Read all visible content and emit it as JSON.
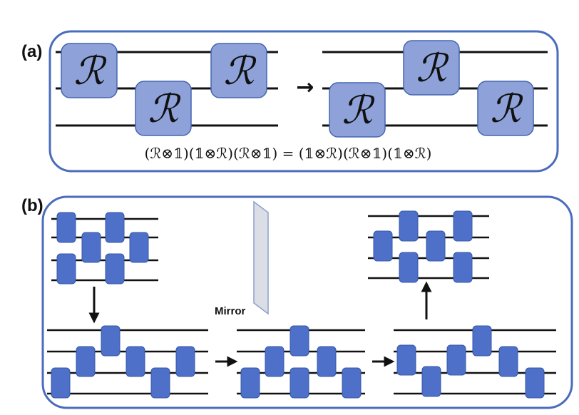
{
  "panel_a": {
    "label": "(a)",
    "gate_symbol": "ℛ",
    "equation": "(ℛ⊗𝟙)(𝟙⊗ℛ)(ℛ⊗𝟙) = (𝟙⊗ℛ)(ℛ⊗𝟙)(𝟙⊗ℛ)",
    "arrow": "→"
  },
  "panel_b": {
    "label": "(b)",
    "mirror_label": "Mirror"
  },
  "colors": {
    "frame": "#4a6cbc",
    "big_gate_fill": "#8ea2d9",
    "big_gate_stroke": "#4466b0",
    "small_gate_fill": "#4f70c8",
    "small_gate_stroke": "#3457a8",
    "wire": "#111111",
    "mirror_fill": "#dcdee6",
    "mirror_stroke": "#8c9fcc"
  }
}
